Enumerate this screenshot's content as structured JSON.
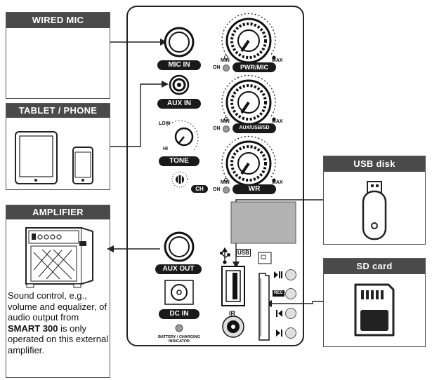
{
  "boxes": {
    "wired_mic": {
      "title": "WIRED MIC"
    },
    "tablet_phone": {
      "title": "TABLET / PHONE"
    },
    "amplifier": {
      "title": "AMPLIFIER",
      "description_part1": "Sound control, e.g., volume and equalizer, of audio output from ",
      "description_bold": "SMART 300",
      "description_part2": " is only operated on this external amplifier."
    },
    "usb_disk": {
      "title": "USB disk"
    },
    "sd_card": {
      "title": "SD card"
    }
  },
  "panel": {
    "mic_in": "MIC IN",
    "aux_in": "AUX IN",
    "tone": "TONE",
    "tone_low": "LOW",
    "tone_hi": "HI",
    "ch": "CH",
    "aux_out": "AUX OUT",
    "dc_in": "DC IN",
    "ir": "IR",
    "battery_indicator_line1": "BATTERY / CHARGING",
    "battery_indicator_line2": "INDICATOR",
    "usb_label": "USB",
    "rec": "REC",
    "knobs": [
      {
        "label": "PWR/MIC",
        "min": "MIN",
        "max": "MAX",
        "on": "ON"
      },
      {
        "label": "AUX/USB/SD",
        "min": "MIN",
        "max": "MAX",
        "on": "ON"
      },
      {
        "label": "WR",
        "min": "MIN",
        "max": "MAX",
        "on": "ON"
      }
    ]
  }
}
